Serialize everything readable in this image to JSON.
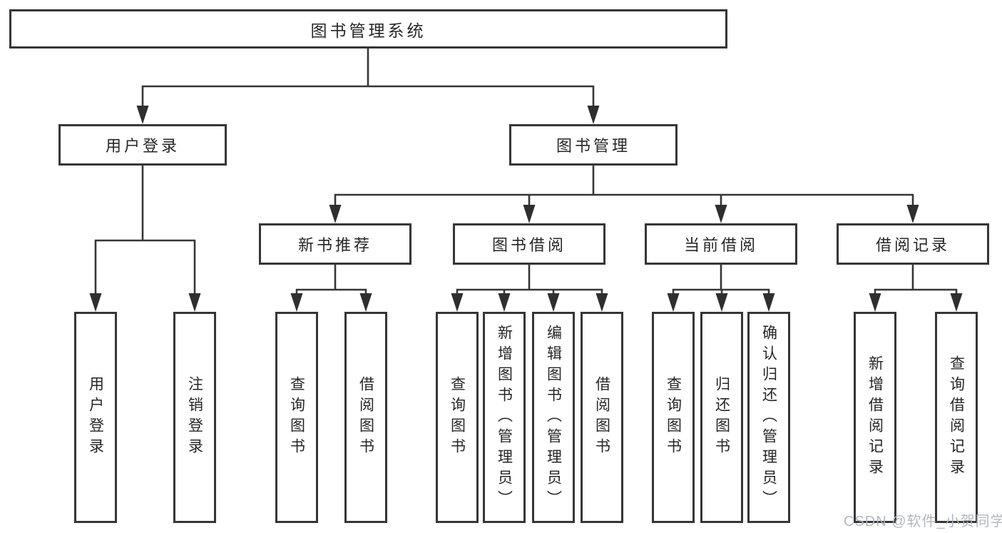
{
  "diagram_title": "图书管理系统",
  "nodes": {
    "root": "图书管理系统",
    "user_login": "用户登录",
    "book_management": "图书管理",
    "new_book_recommend": "新书推荐",
    "book_borrowing": "图书借阅",
    "current_borrowing": "当前借阅",
    "borrowing_records": "借阅记录",
    "leaf_user_login": "用户登录",
    "leaf_logout": "注销登录",
    "leaf_nb_query_books": "查询图书",
    "leaf_nb_borrow_books": "借阅图书",
    "leaf_bb_query_books": "查询图书",
    "leaf_bb_add_books": "新增图书（管理员）",
    "leaf_bb_edit_books": "编辑图书（管理员）",
    "leaf_bb_borrow_books": "借阅图书",
    "leaf_cb_query_books": "查询图书",
    "leaf_cb_return_books": "归还图书",
    "leaf_cb_confirm_return": "确认归还（管理员）",
    "leaf_br_add_record": "新增借阅记录",
    "leaf_br_query_record": "查询借阅记录"
  },
  "hierarchy": [
    {
      "parent": "图书管理系统",
      "children": [
        "用户登录",
        "图书管理"
      ]
    },
    {
      "parent": "用户登录",
      "children": [
        "用户登录",
        "注销登录"
      ]
    },
    {
      "parent": "图书管理",
      "children": [
        "新书推荐",
        "图书借阅",
        "当前借阅",
        "借阅记录"
      ]
    },
    {
      "parent": "新书推荐",
      "children": [
        "查询图书",
        "借阅图书"
      ]
    },
    {
      "parent": "图书借阅",
      "children": [
        "查询图书",
        "新增图书（管理员）",
        "编辑图书（管理员）",
        "借阅图书"
      ]
    },
    {
      "parent": "当前借阅",
      "children": [
        "查询图书",
        "归还图书",
        "确认归还（管理员）"
      ]
    },
    {
      "parent": "借阅记录",
      "children": [
        "新增借阅记录",
        "查询借阅记录"
      ]
    }
  ],
  "watermark": "CSDN @软件_小贺同学",
  "colors": {
    "background": "#ffffff",
    "box_border": "#363636",
    "connector_line": "#363636",
    "arrowhead": "#2f2f2f",
    "text": "#262626",
    "watermark": "#b4b8be"
  }
}
